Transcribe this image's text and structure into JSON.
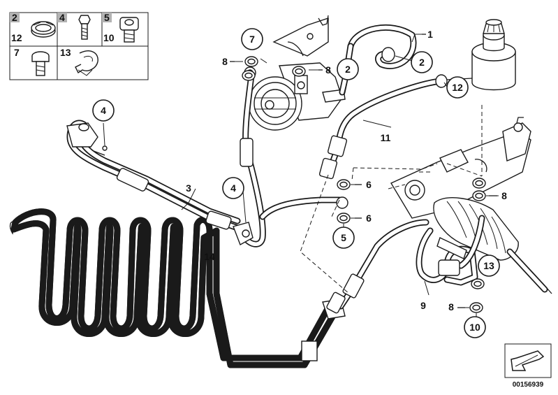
{
  "legend": {
    "cells": [
      {
        "top": "2",
        "bottom": "12",
        "icon": "hose-clamp-icon"
      },
      {
        "top": "4",
        "bottom": "",
        "icon": "bolt-icon"
      },
      {
        "top": "5",
        "bottom": "10",
        "icon": "hollow-bolt-icon"
      },
      {
        "top": "7",
        "bottom": "",
        "icon": "banjo-bolt-icon"
      },
      {
        "top": "13",
        "bottom": "",
        "icon": "cable-clip-icon"
      }
    ]
  },
  "callouts": {
    "c7": "7",
    "c8a": "8",
    "c8b": "8",
    "c2a": "2",
    "c2b": "2",
    "c1": "1",
    "c12": "12",
    "c4a": "4",
    "c11": "11",
    "c3": "3",
    "c4b": "4",
    "c6a": "6",
    "c6b": "6",
    "c5": "5",
    "c8c": "8",
    "c14": "14",
    "c13": "13",
    "c9": "9",
    "c8d": "8",
    "c10": "10"
  },
  "part_number": "00156939",
  "colors": {
    "ink": "#1a1a1a",
    "gray_cell": "#b3b3b3",
    "background": "#ffffff"
  }
}
